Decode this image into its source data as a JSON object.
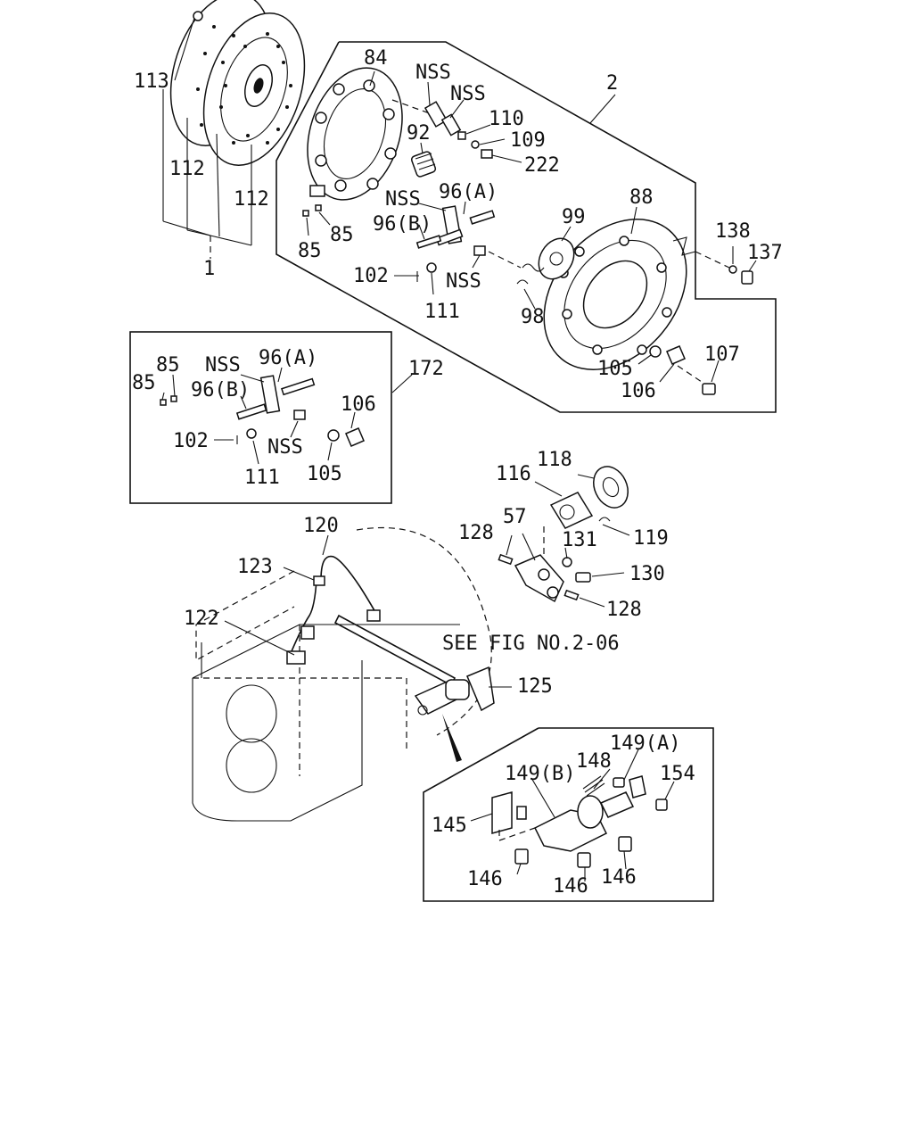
{
  "labels": {
    "l113": "113",
    "l112a": "112",
    "l112b": "112",
    "l1": "1",
    "l84": "84",
    "l2": "2",
    "nss1": "NSS",
    "nss2": "NSS",
    "l110": "110",
    "l109": "109",
    "l222": "222",
    "l92": "92",
    "nss3": "NSS",
    "l96a": "96(A)",
    "l96b": "96(B)",
    "l85a": "85",
    "l85b": "85",
    "l88": "88",
    "l99": "99",
    "l138": "138",
    "l137": "137",
    "l102": "102",
    "nss4": "NSS",
    "l111": "111",
    "l98": "98",
    "l105": "105",
    "l106": "106",
    "l107": "107",
    "l172": "172",
    "b85a": "85",
    "b85b": "85",
    "bnss1": "NSS",
    "b96a": "96(A)",
    "b96b": "96(B)",
    "b106": "106",
    "b102": "102",
    "bnss2": "NSS",
    "b111": "111",
    "b105": "105",
    "l118": "118",
    "l116": "116",
    "l128a": "128",
    "l57": "57",
    "l131": "131",
    "l119": "119",
    "l130": "130",
    "l128b": "128",
    "l120": "120",
    "l123": "123",
    "l122": "122",
    "seefig": "SEE FIG NO.2-06",
    "l125": "125",
    "l149a": "149(A)",
    "l149b": "149(B)",
    "l148": "148",
    "l154": "154",
    "l145": "145",
    "l146a": "146",
    "l146b": "146",
    "l146c": "146"
  }
}
